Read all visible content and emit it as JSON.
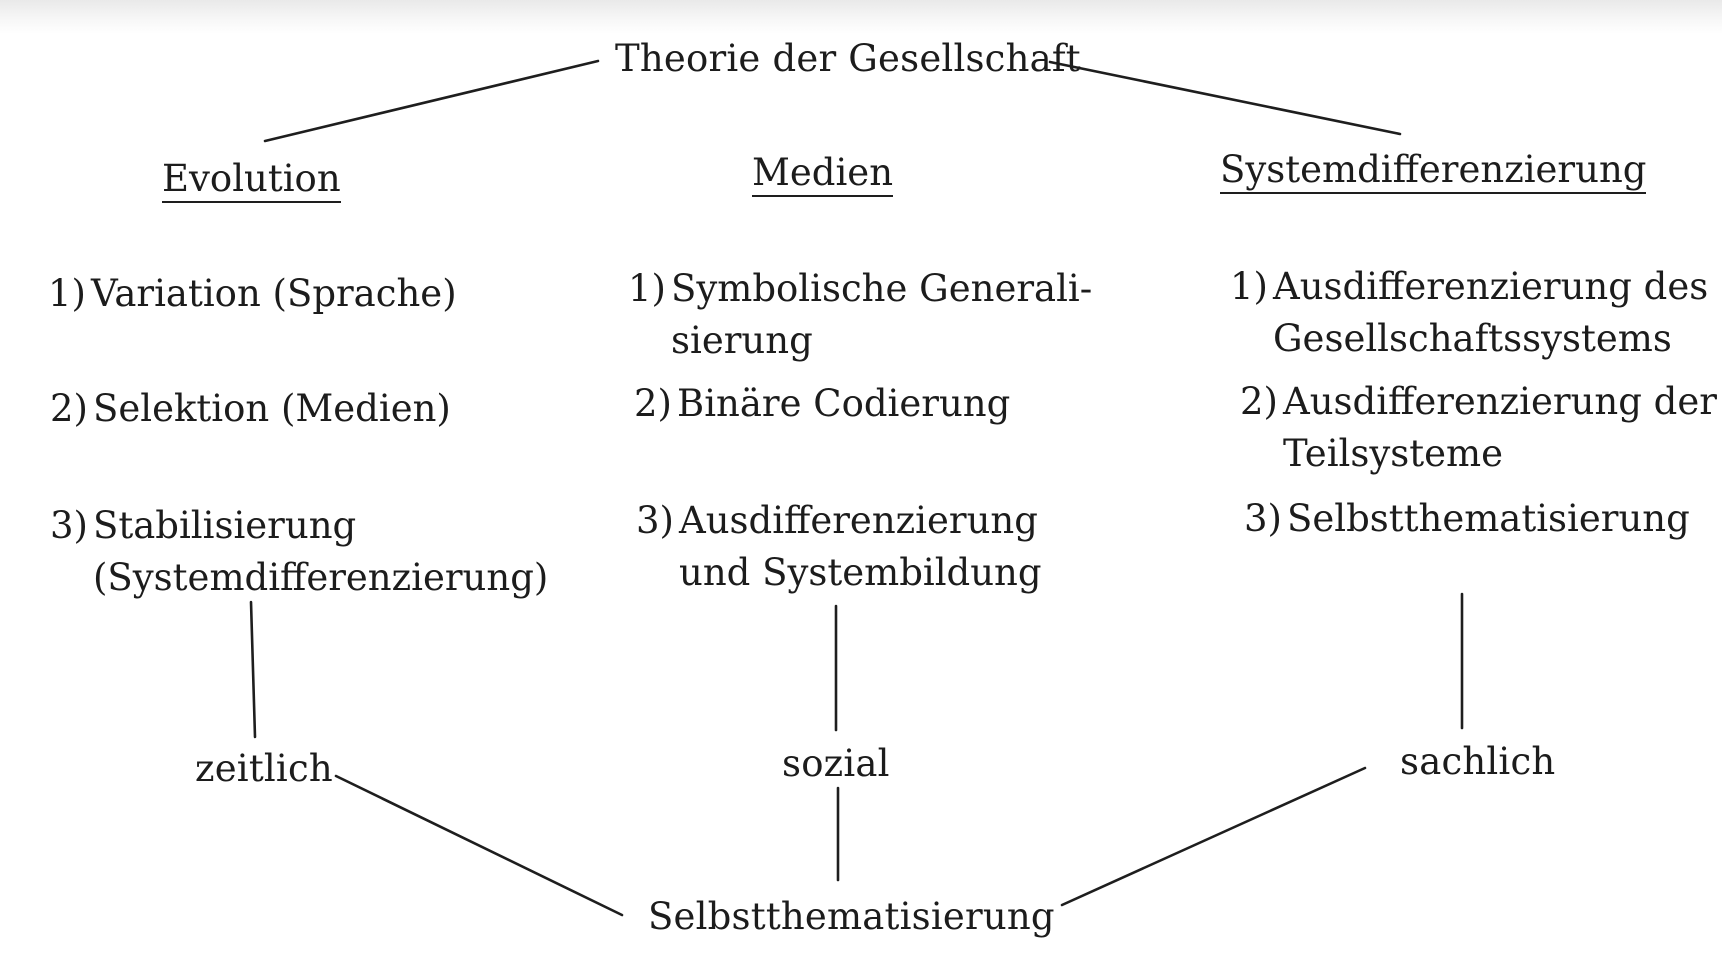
{
  "title": "Theorie der Gesellschaft",
  "columns": [
    {
      "heading": "Evolution",
      "items": [
        {
          "num": "1)",
          "lines": [
            "Variation (Sprache)"
          ]
        },
        {
          "num": "2)",
          "lines": [
            "Selektion (Medien)"
          ]
        },
        {
          "num": "3)",
          "lines": [
            "Stabilisierung",
            "(Systemdifferenzierung)"
          ]
        }
      ],
      "dimension": "zeitlich"
    },
    {
      "heading": "Medien",
      "items": [
        {
          "num": "1)",
          "lines": [
            "Symbolische Generali-",
            "sierung"
          ]
        },
        {
          "num": "2)",
          "lines": [
            "Binäre Codierung"
          ]
        },
        {
          "num": "3)",
          "lines": [
            "Ausdifferenzierung",
            "und Systembildung"
          ]
        }
      ],
      "dimension": "sozial"
    },
    {
      "heading": "Systemdifferenzierung",
      "items": [
        {
          "num": "1)",
          "lines": [
            "Ausdifferenzierung des",
            "Gesellschaftssystems"
          ]
        },
        {
          "num": "2)",
          "lines": [
            "Ausdifferenzierung der",
            "Teilsysteme"
          ]
        },
        {
          "num": "3)",
          "lines": [
            "Selbstthematisierung"
          ]
        }
      ],
      "dimension": "sachlich"
    }
  ],
  "bottom": "Selbstthematisierung"
}
